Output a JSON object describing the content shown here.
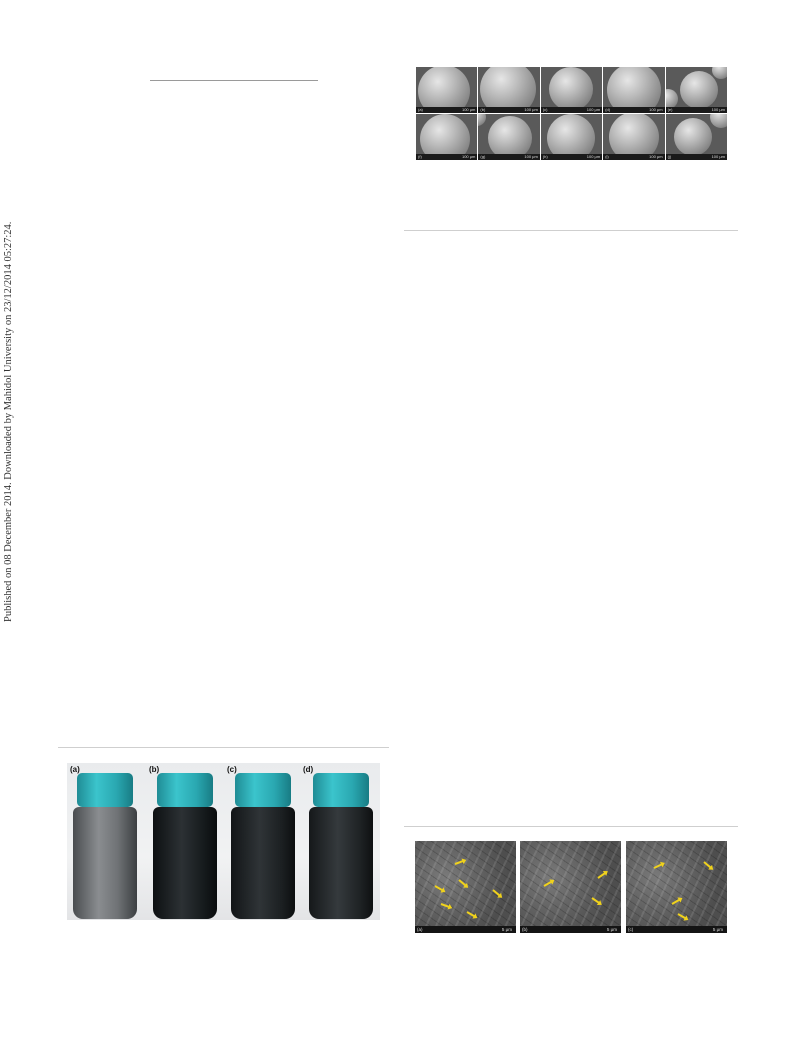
{
  "side_note": "Published on 08 December 2014. Downloaded by Mahidol University on 23/12/2014 05:27:24.",
  "sem_spheres": {
    "panels": [
      {
        "tag": "(a)",
        "scale": "100 μm"
      },
      {
        "tag": "(b)",
        "scale": "100 μm"
      },
      {
        "tag": "(c)",
        "scale": "100 μm"
      },
      {
        "tag": "(d)",
        "scale": "100 μm"
      },
      {
        "tag": "(e)",
        "scale": "100 μm"
      },
      {
        "tag": "(f)",
        "scale": "100 μm"
      },
      {
        "tag": "(g)",
        "scale": "100 μm"
      },
      {
        "tag": "(h)",
        "scale": "100 μm"
      },
      {
        "tag": "(i)",
        "scale": "100 μm"
      },
      {
        "tag": "(j)",
        "scale": "100 μm"
      }
    ]
  },
  "vials_photo": {
    "labels": [
      "(a)",
      "(b)",
      "(c)",
      "(d)"
    ],
    "cap_color": "#2fb6be"
  },
  "sem_fracture": {
    "panels": [
      {
        "tag": "(a)",
        "scale": "5 μm"
      },
      {
        "tag": "(b)",
        "scale": "5 μm"
      },
      {
        "tag": "(c)",
        "scale": "5 μm"
      }
    ],
    "arrow_color": "#f0d21c"
  }
}
